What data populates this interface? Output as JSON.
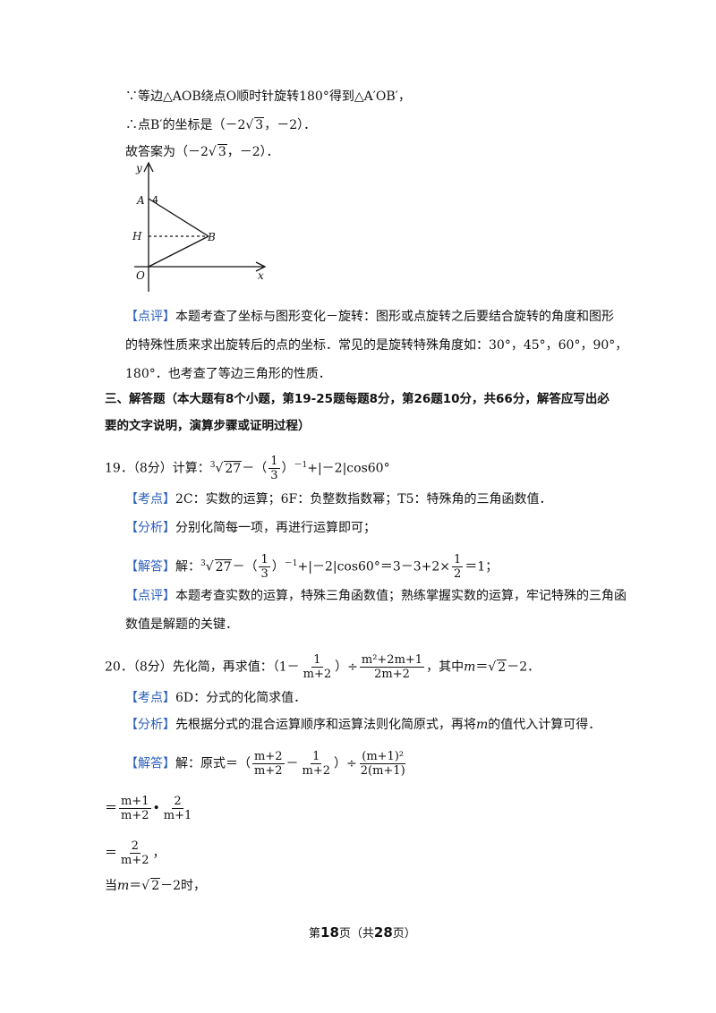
{
  "solution_top": {
    "line1": "∵等边△AOB绕点O顺时针旋转180°得到△A′OB′，",
    "line2_prefix": "∴点B′的坐标是（－2",
    "line2_rad": "3",
    "line2_suffix": "，－2）．",
    "line3_prefix": "故答案为（－2",
    "line3_rad": "3",
    "line3_suffix": "，－2）．"
  },
  "figure": {
    "label_y": "y",
    "label_x": "x",
    "label_A": "A",
    "label_4": "4",
    "label_H": "H",
    "label_B": "B",
    "label_O": "O"
  },
  "comment1": {
    "tag": "【点评】",
    "text1": "本题考查了坐标与图形变化－旋转：图形或点旋转之后要结合旋转的角度和图形",
    "text2": "的特殊性质来求出旋转后的点的坐标．常见的是旋转特殊角度如：30°，45°，60°，90°，",
    "text3": "180°．也考查了等边三角形的性质．"
  },
  "section3": {
    "line1": "三、解答题（本大题有8个小题，第19-25题每题8分，第26题10分，共66分，解答应写出必",
    "line2": "要的文字说明，演算步骤或证明过程）"
  },
  "q19": {
    "stem_prefix": "19．（8分）计算：",
    "root_index": "3",
    "root_rad": "27",
    "stem_mid": "－（",
    "frac_num": "1",
    "frac_den": "3",
    "stem_suffix": "）",
    "exp": "－1",
    "stem_end": "+|－2|cos60°",
    "kaodian_tag": "【考点】",
    "kaodian_text": "2C：实数的运算；6F：负整数指数幂；T5：特殊角的三角函数值．",
    "fenxi_tag": "【分析】",
    "fenxi_text": "分别化简每一项，再进行运算即可；",
    "jieda_tag": "【解答】",
    "jieda_prefix": "解：",
    "jieda_mid": "－（",
    "jieda_after": "）",
    "jieda_exp": "－1",
    "jieda_rest": "+|－2|cos60°＝3－3+2×",
    "jieda_half_num": "1",
    "jieda_half_den": "2",
    "jieda_end": "＝1；",
    "dianping_tag": "【点评】",
    "dianping_text1": "本题考查实数的运算，特殊三角函数值；熟练掌握实数的运算，牢记特殊的三角函",
    "dianping_text2": "数值是解题的关键．"
  },
  "q20": {
    "stem_prefix": "20．（8分）先化简，再求值：（1－",
    "f1_num": "1",
    "f1_den": "m+2",
    "stem_mid": "）÷",
    "f2_num": "m²+2m+1",
    "f2_den": "2m+2",
    "stem_suffix": "，其中",
    "stem_m": "m",
    "stem_eq": "＝",
    "stem_rad": "2",
    "stem_end": "－2．",
    "kaodian_tag": "【考点】",
    "kaodian_text": "6D：分式的化简求值．",
    "fenxi_tag": "【分析】",
    "fenxi_text_a": "先根据分式的混合运算顺序和运算法则化简原式，再将",
    "fenxi_m": "m",
    "fenxi_text_b": "的值代入计算可得．",
    "jieda_tag": "【解答】",
    "jieda_prefix": "解：原式＝（",
    "j_f1_num": "m+2",
    "j_f1_den": "m+2",
    "j_minus": "－",
    "j_f2_num": "1",
    "j_f2_den": "m+2",
    "j_div": "）÷",
    "j_f3_num": "(m+1)²",
    "j_f3_den": "2(m+1)",
    "step1_eq": "＝",
    "s1_f1_num": "m+1",
    "s1_f1_den": "m+2",
    "s1_dot": "•",
    "s1_f2_num": "2",
    "s1_f2_den": "m+1",
    "step2_eq": "＝",
    "s2_num": "2",
    "s2_den": "m+2",
    "s2_end": "，",
    "when_prefix": "当",
    "when_m": "m",
    "when_eq": "＝",
    "when_rad": "2",
    "when_end": "－2时，"
  },
  "footer": {
    "prefix": "第",
    "page": "18",
    "mid": "页（共",
    "total": "28",
    "suffix": "页）"
  }
}
